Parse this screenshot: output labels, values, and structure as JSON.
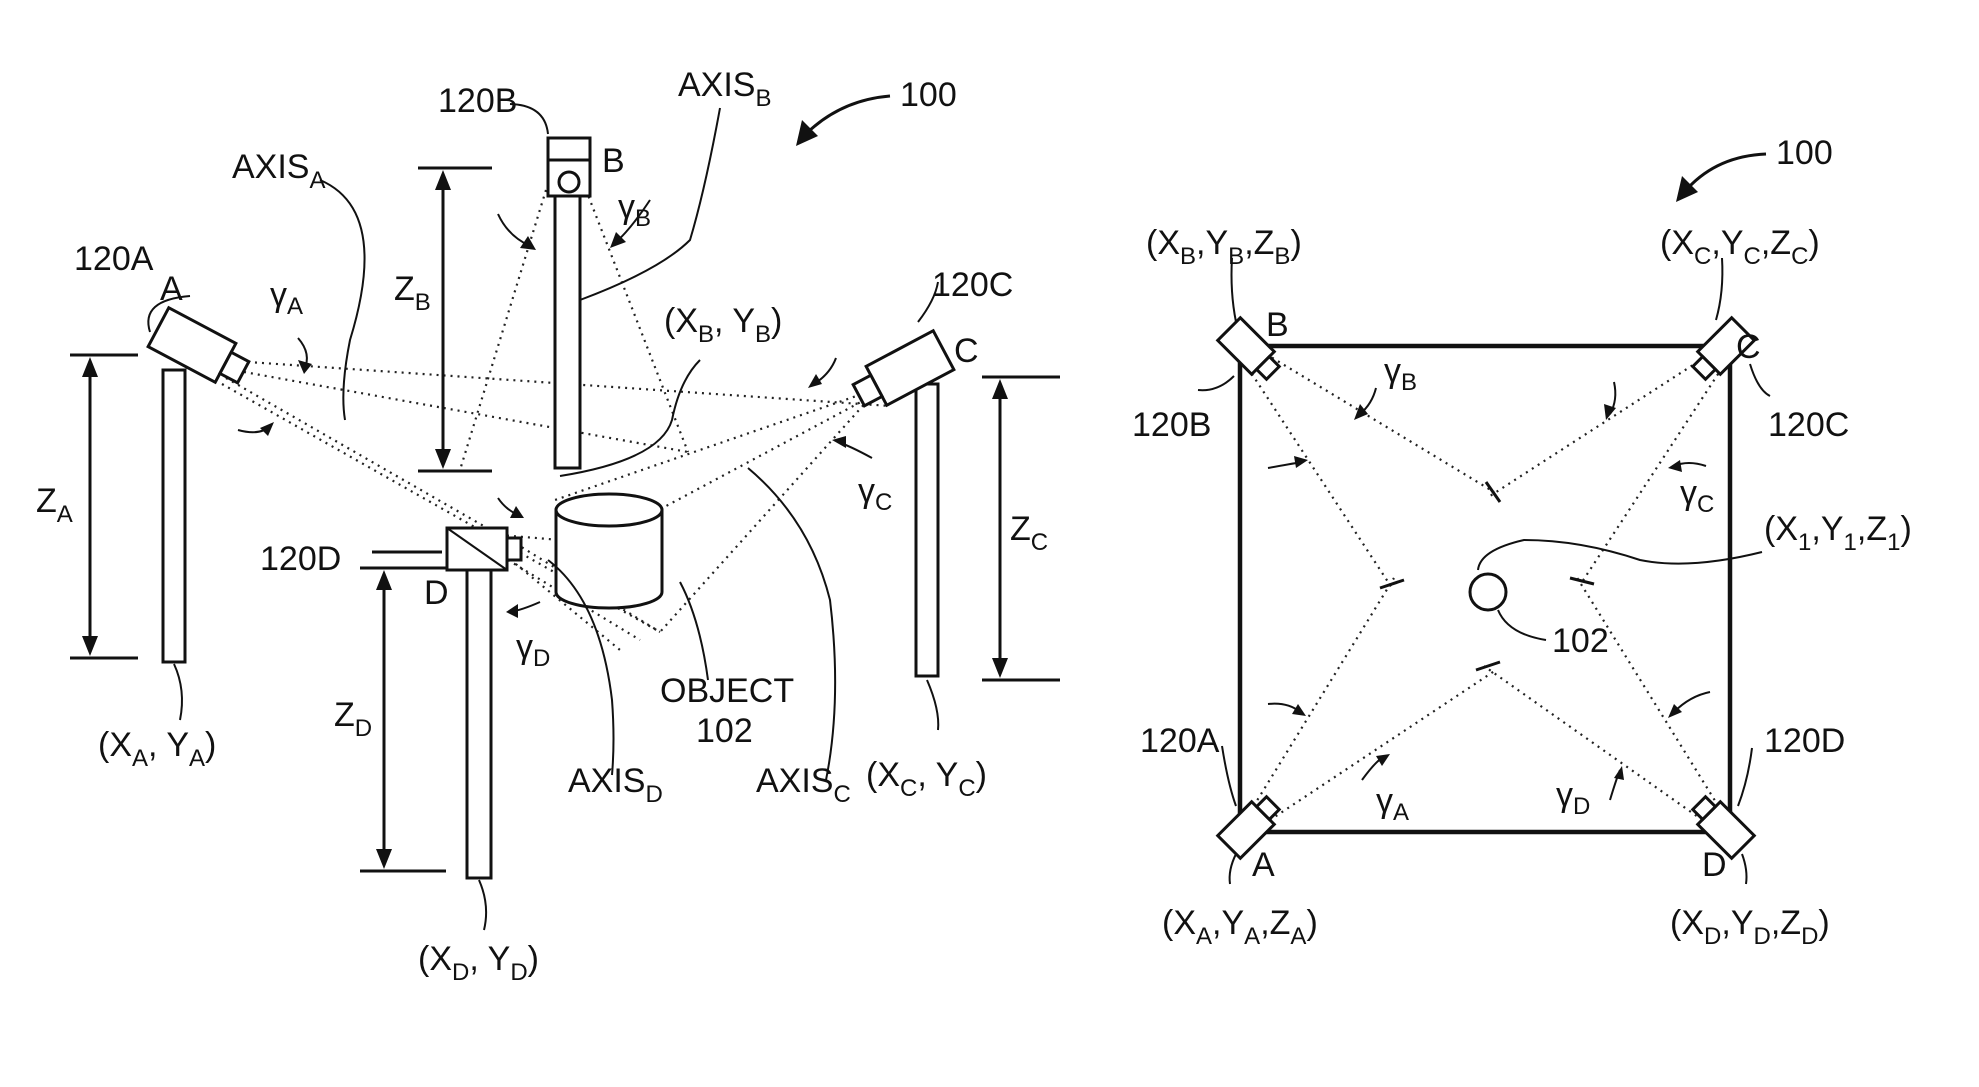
{
  "left_figure": {
    "ref_100": "100",
    "cameras": {
      "a": {
        "ref": "120A",
        "letter": "A",
        "gamma": "γ",
        "gamma_sub": "A",
        "z": "Z",
        "z_sub": "A",
        "base_x": "X",
        "base_x_sub": "A",
        "base_y": "Y",
        "base_y_sub": "A",
        "axis": "AXIS",
        "axis_sub": "A"
      },
      "b": {
        "ref": "120B",
        "letter": "B",
        "gamma": "γ",
        "gamma_sub": "B",
        "z": "Z",
        "z_sub": "B",
        "base_x": "X",
        "base_x_sub": "B",
        "base_y": "Y",
        "base_y_sub": "B",
        "axis": "AXIS",
        "axis_sub": "B"
      },
      "c": {
        "ref": "120C",
        "letter": "C",
        "gamma": "γ",
        "gamma_sub": "C",
        "z": "Z",
        "z_sub": "C",
        "base_x": "X",
        "base_x_sub": "C",
        "base_y": "Y",
        "base_y_sub": "C",
        "axis": "AXIS",
        "axis_sub": "C"
      },
      "d": {
        "ref": "120D",
        "letter": "D",
        "gamma": "γ",
        "gamma_sub": "D",
        "z": "Z",
        "z_sub": "D",
        "base_x": "X",
        "base_x_sub": "D",
        "base_y": "Y",
        "base_y_sub": "D",
        "axis": "AXIS",
        "axis_sub": "D"
      }
    },
    "object_label": "OBJECT",
    "object_ref": "102"
  },
  "right_figure": {
    "ref_100": "100",
    "corners": {
      "a": {
        "ref": "120A",
        "letter": "A",
        "x": "X",
        "y": "Y",
        "z": "Z",
        "sub": "A",
        "gamma": "γ"
      },
      "b": {
        "ref": "120B",
        "letter": "B",
        "x": "X",
        "y": "Y",
        "z": "Z",
        "sub": "B",
        "gamma": "γ"
      },
      "c": {
        "ref": "120C",
        "letter": "C",
        "x": "X",
        "y": "Y",
        "z": "Z",
        "sub": "C",
        "gamma": "γ"
      },
      "d": {
        "ref": "120D",
        "letter": "D",
        "x": "X",
        "y": "Y",
        "z": "Z",
        "sub": "D",
        "gamma": "γ"
      }
    },
    "object_position": {
      "x": "X",
      "y": "Y",
      "z": "Z",
      "sub": "1"
    },
    "object_ref": "102"
  }
}
